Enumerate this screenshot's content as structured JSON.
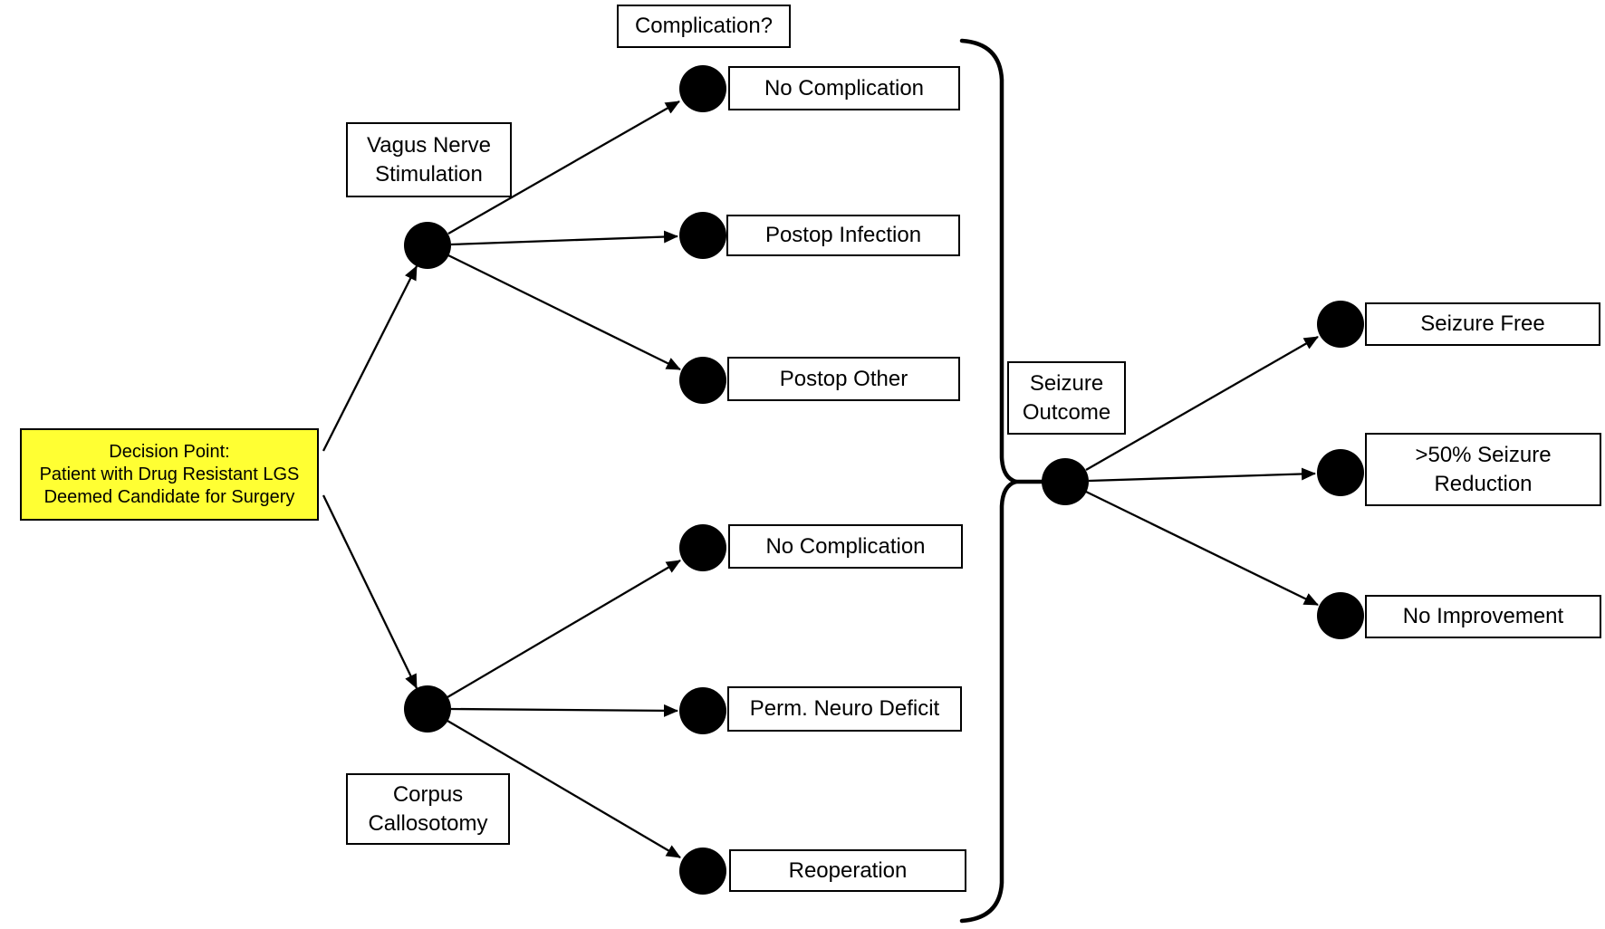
{
  "diagram": {
    "root": {
      "lines": [
        "Decision Point:",
        "Patient with Drug Resistant LGS",
        "Deemed Candidate for Surgery"
      ]
    },
    "header": "Complication?",
    "branches": [
      {
        "label": "Vagus Nerve Stimulation",
        "outcomes": [
          "No Complication",
          "Postop Infection",
          "Postop Other"
        ]
      },
      {
        "label": "Corpus Callosotomy",
        "outcomes": [
          "No Complication",
          "Perm. Neuro Deficit",
          "Reoperation"
        ]
      }
    ],
    "outcome": {
      "label": "Seizure Outcome",
      "results": [
        "Seizure Free",
        ">50% Seizure Reduction",
        "No Improvement"
      ]
    },
    "colors": {
      "highlight": "#FFFF33",
      "node_fill": "#000000",
      "line": "#000000",
      "box_bg": "#FFFFFF"
    }
  }
}
